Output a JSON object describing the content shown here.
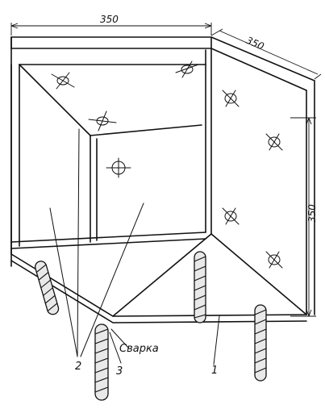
{
  "dimensions": {
    "top_width": "350",
    "top_depth": "350",
    "side_height": "350"
  },
  "labels": {
    "welding": "Сварка",
    "callout_1": "1",
    "callout_2": "2",
    "callout_3": "3"
  }
}
